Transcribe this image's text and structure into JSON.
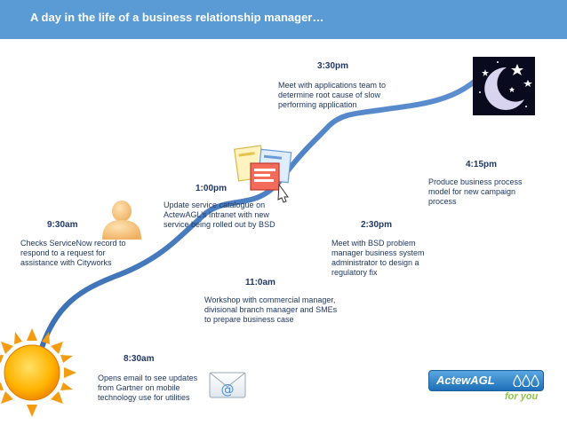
{
  "header": {
    "title": "A day in the life of a business relationship manager…"
  },
  "events": [
    {
      "time": "8:30am",
      "description": "Opens email to see updates from Gartner on mobile technology use for utilities"
    },
    {
      "time": "9:30am",
      "description": "Checks ServiceNow record to respond to a request for assistance with Cityworks"
    },
    {
      "time": "11:0am",
      "description": "Workshop with commercial manager, divisional branch manager and SMEs to prepare business case"
    },
    {
      "time": "1:00pm",
      "description": "Update service catalogue on ActewAGL’s Intranet with new service being rolled out by BSD"
    },
    {
      "time": "2:30pm",
      "description": "Meet with BSD problem manager business  system administrator to design a regulatory fix"
    },
    {
      "time": "3:30pm",
      "description": "Meet with applications team to determine root cause of slow performing application"
    },
    {
      "time": "4:15pm",
      "description": "Produce business process model for new campaign process"
    }
  ],
  "email_icon": {
    "symbol": "@"
  },
  "logo": {
    "name": "ActewAGL",
    "tagline": "for you"
  },
  "colors": {
    "header": "#5b9bd5",
    "path": "#4a7fc1",
    "text": "#1f3864",
    "logo_green": "#8cc63f"
  },
  "icons": [
    "sun-icon",
    "person-icon",
    "documents-icon",
    "email-icon",
    "moon-icon"
  ]
}
